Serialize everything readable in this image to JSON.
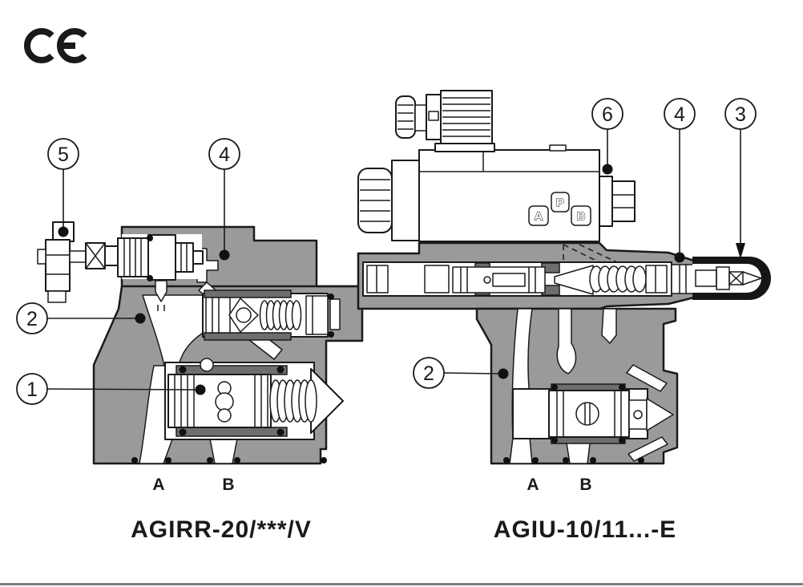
{
  "icons": {
    "ce_mark": "CE"
  },
  "colors": {
    "body_gray": "#9a9a9a",
    "sleeve_gray": "#6e6e6e",
    "outline": "#1a1a1a",
    "cap_black": "#161616",
    "bottom_rule": "#808080"
  },
  "figures": {
    "left": {
      "caption": "AGIRR-20/***/V",
      "ports": {
        "a": "A",
        "b": "B"
      },
      "callouts": {
        "c5": "5",
        "c4": "4",
        "c2": "2",
        "c1": "1"
      }
    },
    "right": {
      "caption": "AGIU-10/11...-E",
      "ports": {
        "a": "A",
        "b": "B"
      },
      "markings": {
        "a": "A",
        "p": "P",
        "b": "B"
      },
      "callouts": {
        "c6": "6",
        "c4": "4",
        "c3": "3",
        "c2": "2"
      }
    }
  }
}
